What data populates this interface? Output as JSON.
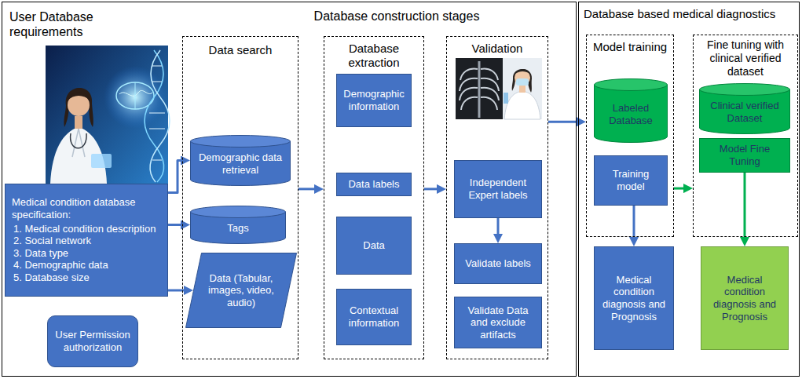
{
  "diagram": {
    "nodes": [
      {
        "text": [
          "Database construction stages"
        ]
      },
      {
        "text": [
          "Medical condition database specification:",
          "1. Medical condition description",
          "2. Social network",
          "3. Data type",
          "4. Demographic data",
          "5. Database size"
        ],
        "in": 0
      },
      {
        "text": [
          "User Permission authorization"
        ],
        "in": 0
      },
      {
        "text": [
          "Data search"
        ],
        "in": 0
      },
      {
        "text": [
          "Demographic data retrieval"
        ],
        "in": 3
      },
      {
        "text": [
          "Tags"
        ],
        "in": 3
      },
      {
        "text": [
          "Data (Tabular, images, video, audio)"
        ],
        "in": 3
      },
      {
        "text": [
          "Database extraction"
        ],
        "in": 0
      },
      {
        "text": [
          "Demographic information"
        ],
        "in": 7
      },
      {
        "text": [
          "Data labels"
        ],
        "in": 7
      },
      {
        "text": [
          "Data"
        ],
        "in": 7
      },
      {
        "text": [
          "Contextual information"
        ],
        "in": 7
      },
      {
        "text": [
          "Validation"
        ],
        "in": 0
      },
      {
        "text": [
          "Independent Expert labels"
        ],
        "in": 12
      },
      {
        "text": [
          "Validate labels"
        ],
        "in": 12
      },
      {
        "text": [
          "Validate Data and exclude artifacts"
        ],
        "in": 12
      },
      {
        "text": [
          "Database based medical diagnostics"
        ]
      },
      {
        "text": [
          "Model training"
        ],
        "in": 16
      },
      {
        "text": [
          "Labeled Database"
        ],
        "in": 17
      },
      {
        "text": [
          "Training model"
        ],
        "in": 17
      },
      {
        "text": [
          "Medical condition diagnosis and Prognosis"
        ],
        "in": 16
      },
      {
        "text": [
          "Fine tuning with clinical verified dataset"
        ],
        "in": 16
      },
      {
        "text": [
          "Clinical verified Dataset"
        ],
        "in": 21
      },
      {
        "text": [
          "Model Fine Tuning"
        ],
        "in": 21
      },
      {
        "text": [
          "Medical condition diagnosis and Prognosis"
        ],
        "in": 16
      }
    ],
    "edges": [
      {
        "from": 1,
        "to": 4,
        "arrow": "to"
      },
      {
        "from": 1,
        "to": 5,
        "arrow": "to"
      },
      {
        "from": 1,
        "to": 6,
        "arrow": "to"
      },
      {
        "from": 3,
        "to": 7,
        "arrow": "to"
      },
      {
        "from": 7,
        "to": 12,
        "arrow": "to"
      },
      {
        "from": 13,
        "to": 14,
        "arrow": "to"
      },
      {
        "from": 12,
        "to": 17,
        "arrow": "to"
      },
      {
        "from": 19,
        "to": 20,
        "arrow": "to"
      },
      {
        "from": 17,
        "to": 21,
        "arrow": "to"
      },
      {
        "from": 23,
        "to": 24,
        "arrow": "to"
      }
    ],
    "labels": [
      "User Database requirements"
    ]
  }
}
